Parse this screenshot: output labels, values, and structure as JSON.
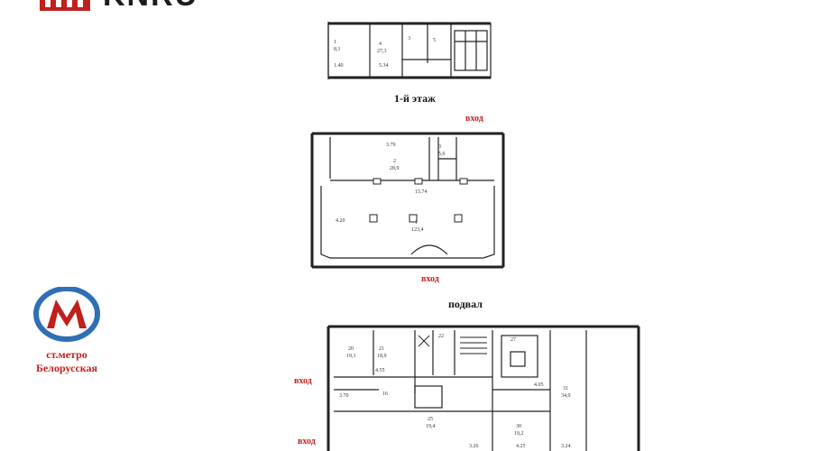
{
  "brand": {
    "name": "KNRU",
    "accent": "#c0201c"
  },
  "captions": {
    "first_floor": "1-й этаж",
    "basement": "подвал"
  },
  "entrances": {
    "label": "вход"
  },
  "metro": {
    "line1": "ст.метро",
    "line2": "Белорусская",
    "icon": "metro-m-icon",
    "color": "#c0201c"
  }
}
